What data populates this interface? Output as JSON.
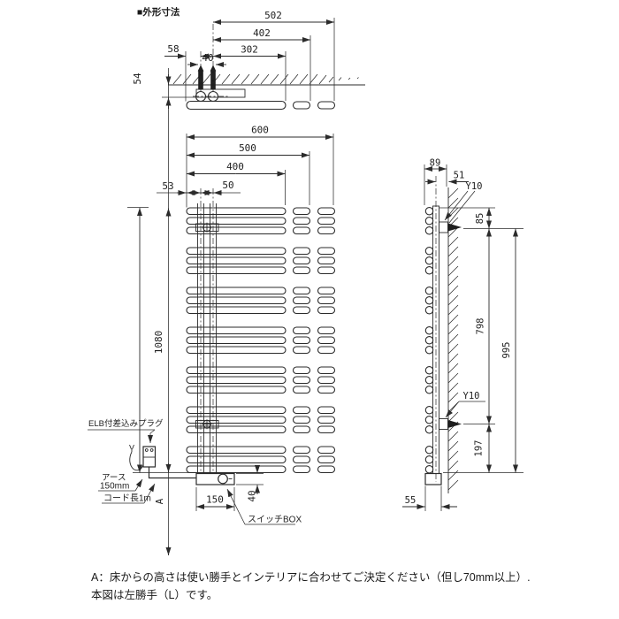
{
  "title": "■外形寸法",
  "top_view": {
    "d502": "502",
    "d402": "402",
    "d302": "302",
    "d58": "58",
    "d40": "40",
    "d54": "54"
  },
  "front_view": {
    "d600": "600",
    "d500": "500",
    "d400": "400",
    "d53": "53",
    "d50": "50",
    "d1080": "1080",
    "d150": "150",
    "d40": "40",
    "floor_mark": "A"
  },
  "side_view": {
    "d89": "89",
    "d51": "51",
    "d85": "85",
    "d798": "798",
    "d995": "995",
    "d197": "197",
    "d55": "55",
    "anchor_top": "Y10",
    "anchor_bottom": "Y10"
  },
  "callouts": {
    "plug": "ELB付差込みプラグ",
    "earth_line1": "アース",
    "earth_line2": "150mm",
    "cord": "コード長1m",
    "switch_box": "スイッチBOX"
  },
  "notes": {
    "line1": "A：床からの高さは使い勝手とインテリアに合わせてご決定ください（但し70mm以上）.",
    "line2": "本図は左勝手（L）です。"
  },
  "colors": {
    "line": "#2b2b2b",
    "background": "#ffffff"
  }
}
